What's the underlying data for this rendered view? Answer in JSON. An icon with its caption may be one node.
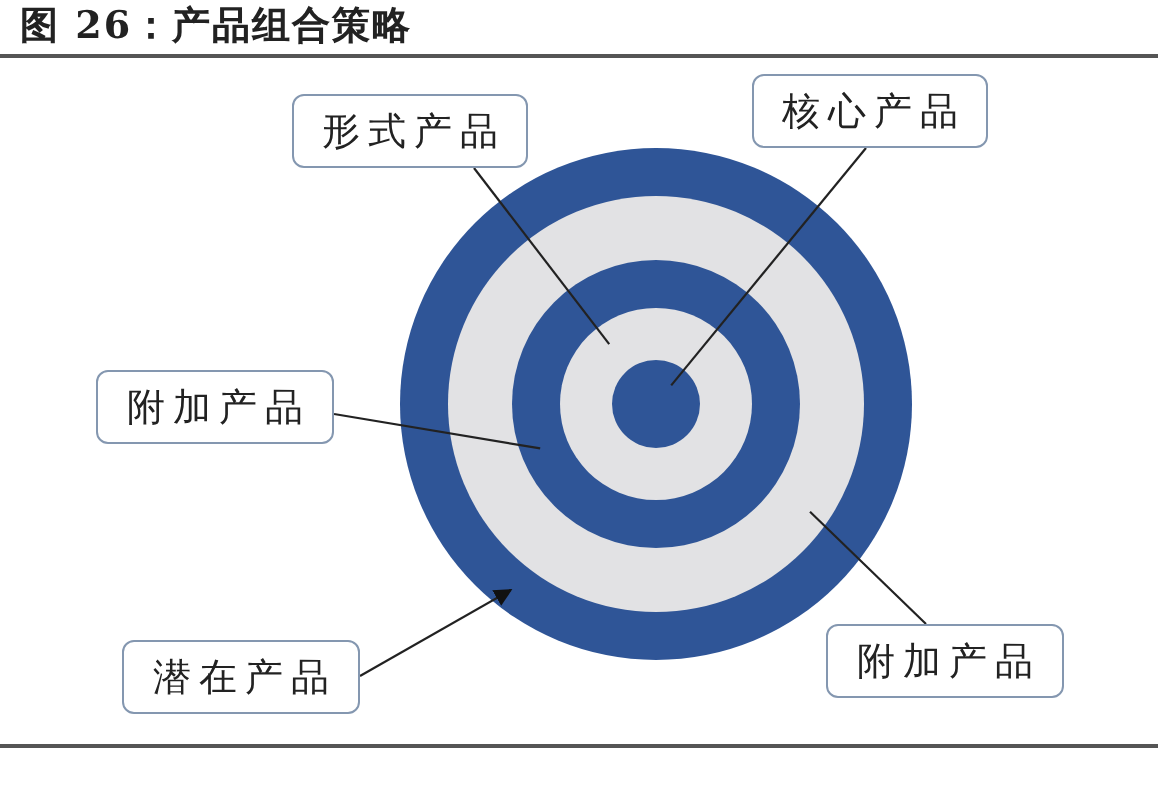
{
  "diagram": {
    "title": "图 26：产品组合策略",
    "nodes": [
      {
        "text": [
          "形式产品"
        ]
      },
      {
        "text": [
          "核心产品"
        ]
      },
      {
        "text": [
          "附加产品"
        ]
      },
      {
        "text": [
          "潜在产品"
        ]
      },
      {
        "text": [
          "附加产品"
        ]
      },
      {
        "text": [],
        "shape": "circle"
      },
      {
        "text": [],
        "shape": "circle",
        "in": 5
      },
      {
        "text": [],
        "shape": "circle",
        "in": 6
      },
      {
        "text": [],
        "shape": "circle",
        "in": 7
      },
      {
        "text": [],
        "shape": "circle",
        "in": 8
      }
    ],
    "edges": [
      {
        "from": 0,
        "to": 8,
        "arrow": "none"
      },
      {
        "from": 1,
        "to": 9,
        "arrow": "none"
      },
      {
        "from": 2,
        "to": 7,
        "arrow": "none"
      },
      {
        "from": 3,
        "to": 5,
        "arrow": "to"
      },
      {
        "from": 4,
        "to": 6,
        "arrow": "none"
      }
    ]
  }
}
